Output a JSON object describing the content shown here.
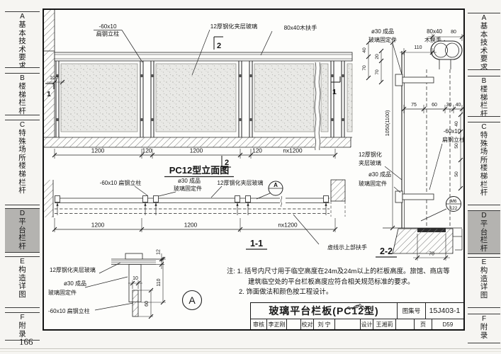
{
  "page": {
    "number": "166"
  },
  "sidebar": {
    "items": [
      {
        "letter": "A",
        "label": "基本技术要求"
      },
      {
        "letter": "B",
        "label": "楼梯栏杆"
      },
      {
        "letter": "C",
        "label": "特殊场所楼梯栏杆"
      },
      {
        "letter": "D",
        "label": "平台栏杆"
      },
      {
        "letter": "E",
        "label": "构造详图"
      },
      {
        "letter": "F",
        "label": "附录"
      }
    ],
    "active": "D"
  },
  "elevation": {
    "title": "PC12型立面图",
    "ann_post_l1": "-60x10",
    "ann_post_l2": "扁钢立柱",
    "ann_glass": "12厚钢化夹层玻璃",
    "ann_rail": "80x40木扶手",
    "dim_1200a": "1200",
    "dim_120a": "120",
    "dim_1200b": "1200",
    "dim_120b": "120",
    "dim_nx": "nx1200",
    "dim_100": "100",
    "marker_1": "1",
    "marker_2": "2"
  },
  "section11": {
    "label": "1-1",
    "ann_post": "-60x10 扁钢立柱",
    "ann_fix_l1": "ø30  成品",
    "ann_fix_l2": "玻璃固定件",
    "ann_glass": "12厚钢化夹层玻璃",
    "ann_dashed": "虚线示上部扶手",
    "callout": "A",
    "dim_a": "1200",
    "dim_b": "1200",
    "dim_c": "nx1200"
  },
  "detail_a": {
    "label": "A",
    "ann_glass": "12厚钢化夹层玻璃",
    "ann_fix_l1": "ø30  成品",
    "ann_fix_l2": "玻璃固定件",
    "ann_post": "-60x10 扁钢立柱",
    "dim_12": "12",
    "dim_10": "10",
    "dim_110": "110",
    "dim_60": "60"
  },
  "section22": {
    "label": "2-2",
    "ann_fix_top_l1": "ø30 成品",
    "ann_fix_top_l2": "玻璃固定件",
    "ann_rail_l1": "80x40",
    "ann_rail_l2": "木扶手",
    "ann_glass_l1": "12厚钢化",
    "ann_glass_l2": "夹层玻璃",
    "ann_fix_bot_l1": "ø30 成品",
    "ann_fix_bot_l2": "玻璃固定件",
    "ann_post_l1": "-60x10",
    "ann_post_l2": "扁钢立柱",
    "callout_top": "M6",
    "callout_bot": "122",
    "dim_80": "80",
    "dim_110": "110",
    "dim_40": "40",
    "dim_70a": "70",
    "dim_20": "20",
    "dim_70b": "70",
    "dim_height": "1050(1100)",
    "dim_75": "75",
    "dim_60": "60",
    "dim_30": "30",
    "dim_40b": "40",
    "dim_r40": "40",
    "dim_r50a": "50",
    "dim_r50b": "50",
    "dim_70c": "70"
  },
  "notes": {
    "prefix": "注:",
    "line1": "1. 括号内尺寸用于临空高度在24m及24m以上的栏板高度。旅馆、商店等",
    "line2": "建筑临空处的平台栏板高度应符合相关规范标准的要求。",
    "line3": "2. 饰面做法和颜色按工程设计。"
  },
  "titleblock": {
    "title": "玻璃平台栏板(PC12型)",
    "atlas_label": "图集号",
    "atlas_no": "15J403-1",
    "page_label": "页",
    "page_no": "D59",
    "review_label": "审核",
    "reviewer": "李正刚",
    "proof_label": "校对",
    "proofreader": "刘 宁",
    "design_label": "设计",
    "designer": "王湘莉"
  }
}
